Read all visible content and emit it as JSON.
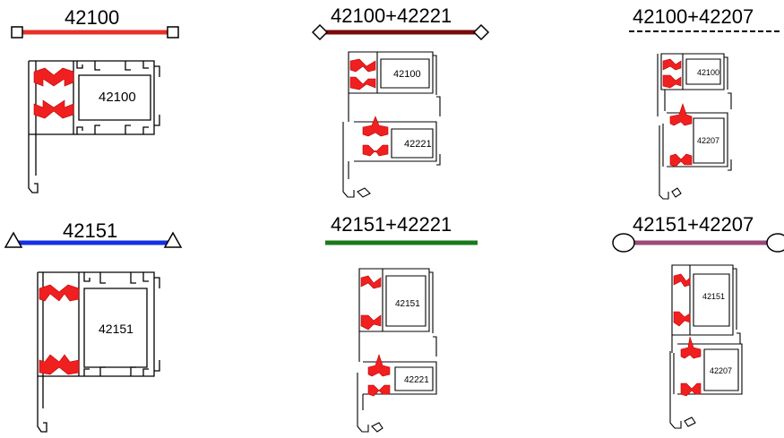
{
  "legend": [
    {
      "title": "42100",
      "color": "#e8302a",
      "line_style": "solid",
      "end_marker": "square"
    },
    {
      "title": "42100+42221",
      "color": "#7a0a0a",
      "line_style": "solid",
      "end_marker": "diamond"
    },
    {
      "title": "42100+42207",
      "color": "#000000",
      "line_style": "dashed",
      "end_marker": "none"
    },
    {
      "title": "42151",
      "color": "#1530e0",
      "line_style": "solid",
      "end_marker": "triangle"
    },
    {
      "title": "42151+42221",
      "color": "#1a7a1a",
      "line_style": "solid",
      "end_marker": "none"
    },
    {
      "title": "42151+42207",
      "color": "#9a4a7a",
      "line_style": "solid",
      "end_marker": "circle"
    }
  ],
  "profiles": {
    "p1": "42100",
    "p2a": "42100",
    "p2b": "42221",
    "p3a": "42100",
    "p3b": "42207",
    "p4": "42151",
    "p5a": "42151",
    "p5b": "42221",
    "p6a": "42151",
    "p6b": "42207"
  }
}
